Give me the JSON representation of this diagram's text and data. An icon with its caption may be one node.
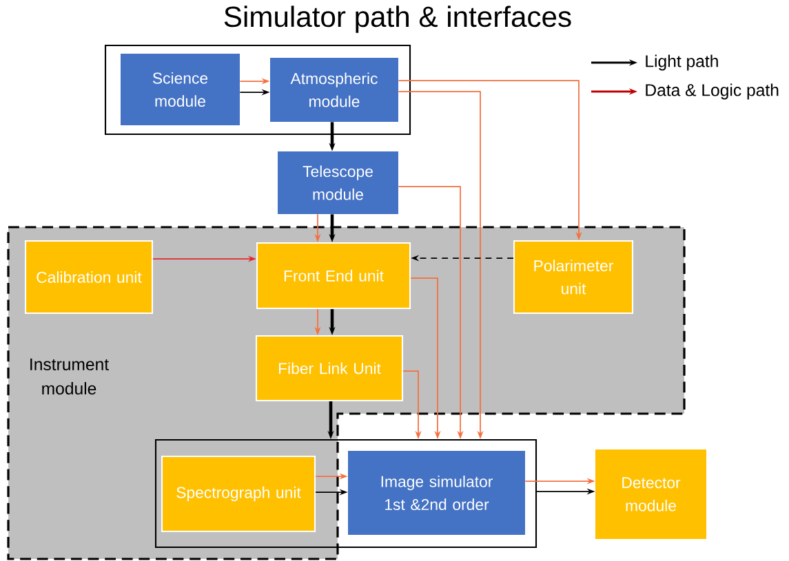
{
  "diagram": {
    "title": "Simulator path & interfaces",
    "nodes": [
      {
        "text": [],
        "shape": "box"
      },
      {
        "text": [
          "Science module"
        ],
        "in": 0
      },
      {
        "text": [
          "Atmospheric module"
        ],
        "in": 0
      },
      {
        "text": [
          "Telescope module"
        ]
      },
      {
        "text": [
          "Instrument module"
        ]
      },
      {
        "text": [
          "Calibration unit"
        ],
        "in": 4
      },
      {
        "text": [
          "Front End unit"
        ],
        "in": 4
      },
      {
        "text": [
          "Polarimeter unit"
        ],
        "in": 4
      },
      {
        "text": [
          "Fiber Link Unit"
        ],
        "in": 4
      },
      {
        "text": [],
        "shape": "box"
      },
      {
        "text": [
          "Spectrograph unit"
        ],
        "in": 9
      },
      {
        "text": [
          "Image simulator 1st &2nd order"
        ],
        "in": 9
      },
      {
        "text": [
          "Detector module"
        ]
      }
    ],
    "edges": [
      {
        "from": 1,
        "to": 2,
        "arrow": "to"
      },
      {
        "from": 1,
        "to": 2,
        "arrow": "to",
        "color": "#000000"
      },
      {
        "from": 2,
        "to": 3,
        "arrow": "to",
        "style": "thick",
        "color": "#000000"
      },
      {
        "from": 2,
        "to": 7,
        "arrow": "to"
      },
      {
        "from": 2,
        "to": 9,
        "arrow": "to"
      },
      {
        "from": 3,
        "to": 6,
        "arrow": "to"
      },
      {
        "from": 3,
        "to": 6,
        "arrow": "to",
        "style": "thick",
        "color": "#000000"
      },
      {
        "from": 3,
        "to": 9,
        "arrow": "to"
      },
      {
        "from": 5,
        "to": 6,
        "arrow": "to",
        "color": "#e8262b"
      },
      {
        "from": 7,
        "to": 6,
        "arrow": "to",
        "style": "dashed",
        "color": "#000000"
      },
      {
        "from": 6,
        "to": 9,
        "arrow": "to"
      },
      {
        "from": 6,
        "to": 8,
        "arrow": "to"
      },
      {
        "from": 6,
        "to": 8,
        "arrow": "to",
        "style": "thick",
        "color": "#000000"
      },
      {
        "from": 8,
        "to": 9,
        "arrow": "to"
      },
      {
        "from": 8,
        "to": 9,
        "arrow": "to",
        "style": "thick",
        "color": "#000000"
      },
      {
        "from": 10,
        "to": 11,
        "arrow": "to"
      },
      {
        "from": 10,
        "to": 11,
        "arrow": "to",
        "color": "#000000"
      },
      {
        "from": 11,
        "to": 12,
        "arrow": "to"
      },
      {
        "from": 9,
        "to": 12,
        "arrow": "to",
        "color": "#000000"
      }
    ],
    "legend": [
      {
        "text": "Light path"
      },
      {
        "text": "Data & Logic path"
      }
    ]
  }
}
